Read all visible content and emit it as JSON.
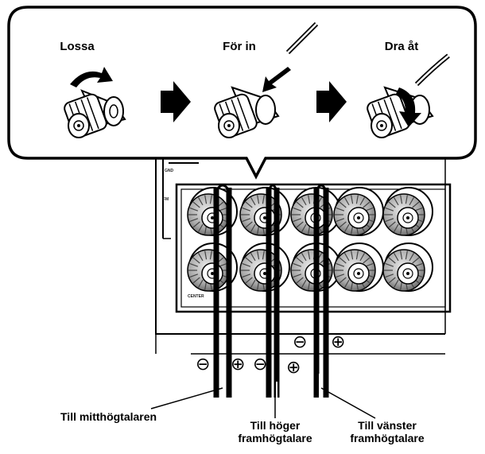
{
  "steps": [
    {
      "label": "Lossa",
      "icon": "loosen-arrow-icon"
    },
    {
      "label": "För in",
      "icon": "insert-wire-icon"
    },
    {
      "label": "Dra åt",
      "icon": "tighten-arrow-icon"
    }
  ],
  "panel_text": [
    "GND",
    "FM",
    "CENTER"
  ],
  "polarity_marks": [
    "⊖",
    "⊕",
    "⊖",
    "⊕",
    "⊖",
    "⊕"
  ],
  "callouts": {
    "center": "Till mitthögtalaren",
    "front_right": [
      "Till höger",
      "framhögtalare"
    ],
    "front_left": [
      "Till vänster",
      "framhögtalare"
    ]
  },
  "colors": {
    "line": "#000000",
    "terminal_gray": "#bdbdbd",
    "background": "#ffffff"
  }
}
